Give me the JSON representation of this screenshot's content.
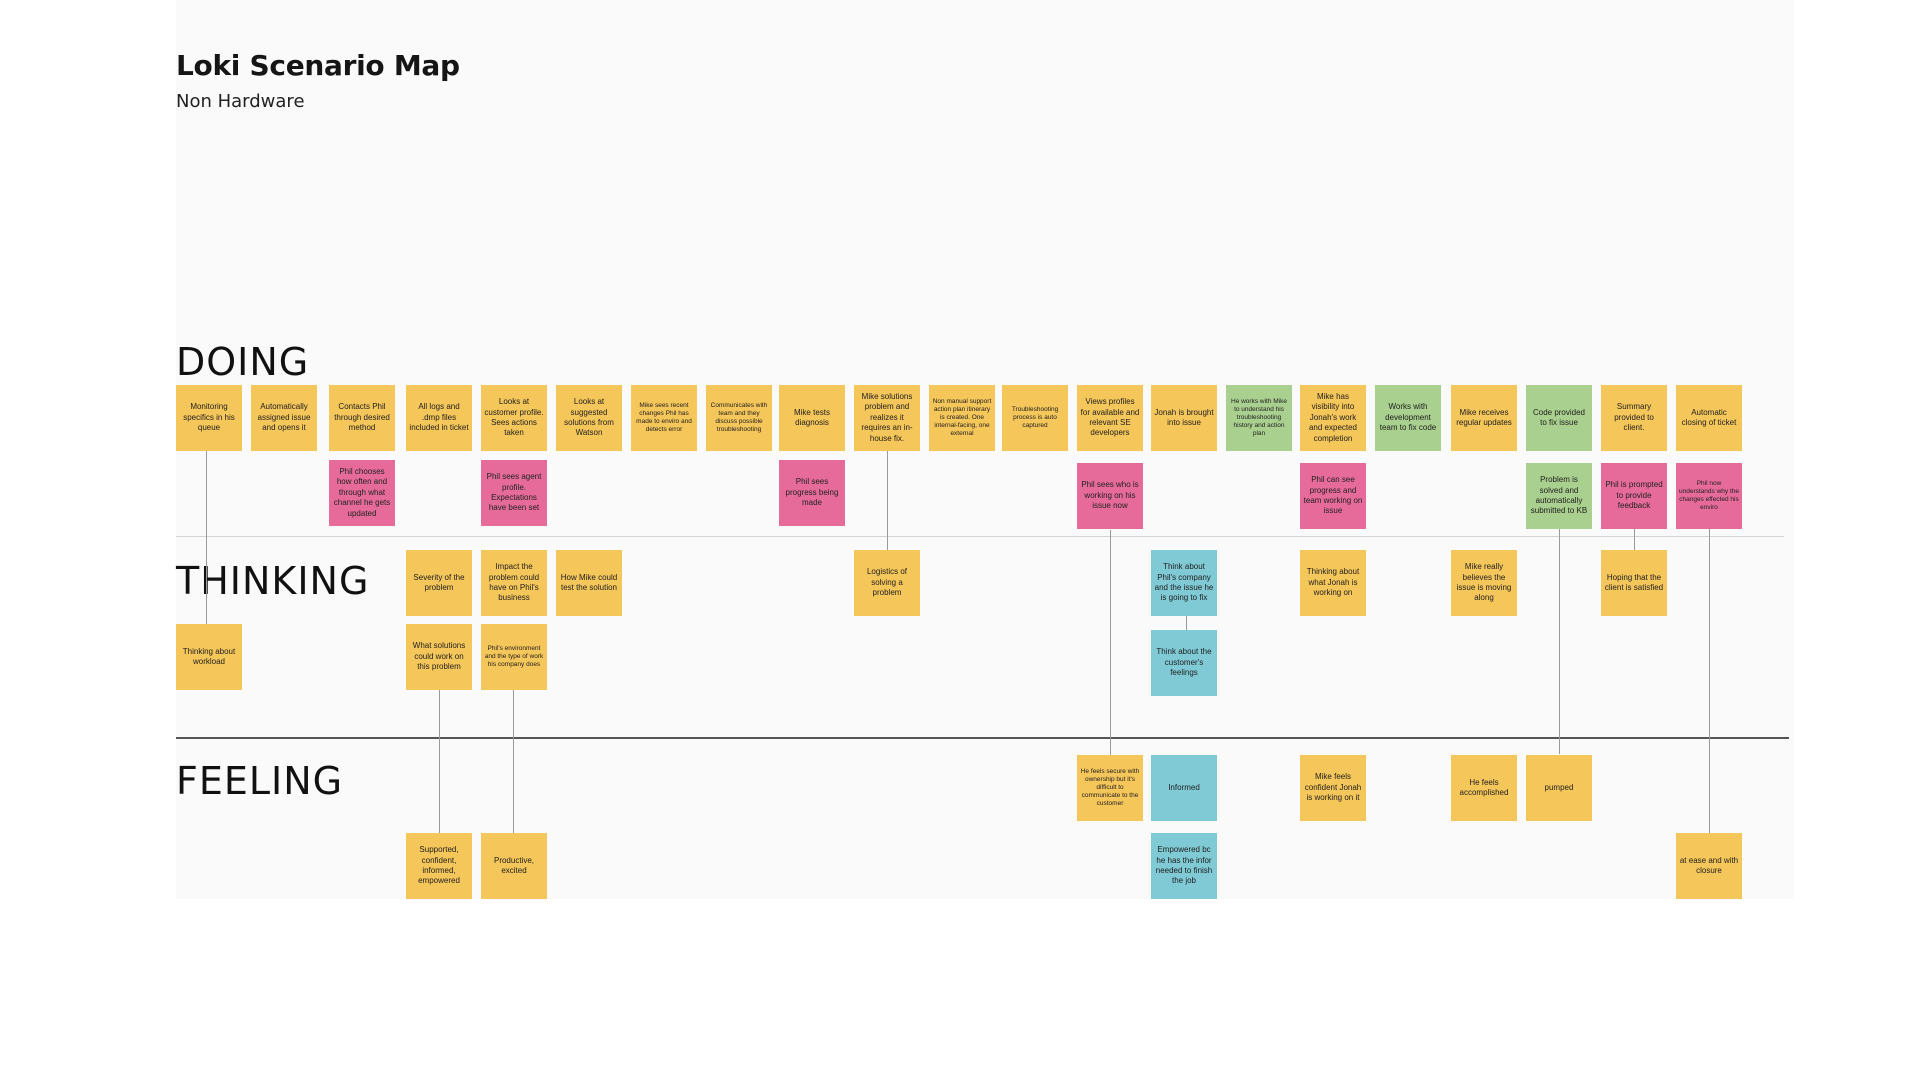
{
  "header": {
    "title": "Loki Scenario Map",
    "subtitle": "Non Hardware"
  },
  "sections": {
    "doing": "DOING",
    "thinking": "THINKING",
    "feeling": "FEELING"
  },
  "colors": {
    "yellow": "#f5c659",
    "pink": "#e66b9a",
    "green": "#a9d08e",
    "blue": "#7fcad5",
    "board": "#fafafa"
  },
  "doing_notes": [
    "Monitoring specifics in his queue",
    "Automatically assigned issue and opens it",
    "Contacts Phil through desired method",
    "All logs and .dmp files included in ticket",
    "Looks at customer profile. Sees actions taken",
    "Looks at suggested solutions from Watson",
    "Mike sees recent changes Phil has made to enviro and detects error",
    "Communicates with team and they discuss possible troubleshooting",
    "Mike tests diagnosis",
    "Mike solutions problem and realizes it requires an in-house fix.",
    "Non manual support action plan itinerary is created. One internal-facing, one external",
    "Troubleshooting process is auto captured",
    "Views profiles for available and relevant SE developers",
    "Jonah is brought into issue",
    "He works with Mike to understand his troubleshooting history and action plan",
    "Mike has visibility into Jonah's work and expected completion",
    "Works with development team to fix code",
    "Mike receives regular updates",
    "Code provided to fix issue",
    "Summary provided to client.",
    "Automatic closing of ticket"
  ],
  "doing_sub_notes": [
    "Phil chooses how often and through what channel he gets updated",
    "Phil sees agent profile. Expectations have been set",
    "Phil sees progress being made",
    "Phil sees who is working on his issue now",
    "Phil can see progress and team working on issue",
    "Problem is solved and automatically submitted to KB",
    "Phil is prompted to provide feedback",
    "Phil now understands why the changes effected his enviro"
  ],
  "thinking_notes": [
    "Severity of the problem",
    "Impact the problem could have on Phil's business",
    "How Mike could test the solution",
    "Logistics of solving a problem",
    "Think about Phil's company and the issue he is going to fix",
    "Thinking about what Jonah is working on",
    "Mike really believes the issue is moving along",
    "Hoping that the client is satisfied",
    "Thinking about workload",
    "What solutions could work on this problem",
    "Phil's environment and the type of work his company does",
    "Think about the customer's feelings"
  ],
  "feeling_notes": [
    "He feels secure with ownership but it's difficult to communicate to the customer",
    "Informed",
    "Mike feels confident Jonah is working on it",
    "He feels accomplished",
    "pumped",
    "Supported, confident, informed, empowered",
    "Productive, excited",
    "Empowered bc he has the infor needed to finish the job",
    "at ease and with closure"
  ]
}
